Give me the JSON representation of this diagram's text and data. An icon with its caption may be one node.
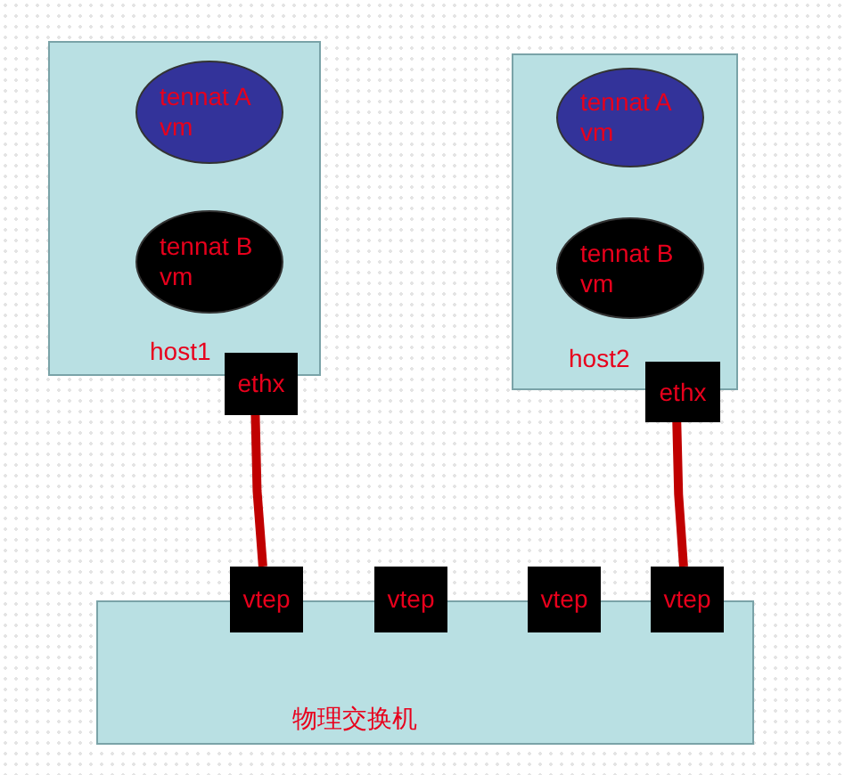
{
  "diagram": {
    "nodes": [
      {
        "text": [
          "host1"
        ]
      },
      {
        "text": [
          "tennat A vm"
        ],
        "in": 0
      },
      {
        "text": [
          "tennat B vm"
        ],
        "in": 0
      },
      {
        "text": [
          "ethx"
        ]
      },
      {
        "text": [
          "host2"
        ]
      },
      {
        "text": [
          "tennat A vm"
        ],
        "in": 4
      },
      {
        "text": [
          "tennat B vm"
        ],
        "in": 4
      },
      {
        "text": [
          "ethx"
        ]
      },
      {
        "text": [
          "物理交换机"
        ]
      },
      {
        "text": [
          "vtep"
        ]
      },
      {
        "text": [
          "vtep"
        ]
      },
      {
        "text": [
          "vtep"
        ]
      },
      {
        "text": [
          "vtep"
        ]
      }
    ],
    "edges": [
      {
        "from": 3,
        "to": 9,
        "arrow": "none"
      },
      {
        "from": 7,
        "to": 12,
        "arrow": "none"
      }
    ]
  }
}
